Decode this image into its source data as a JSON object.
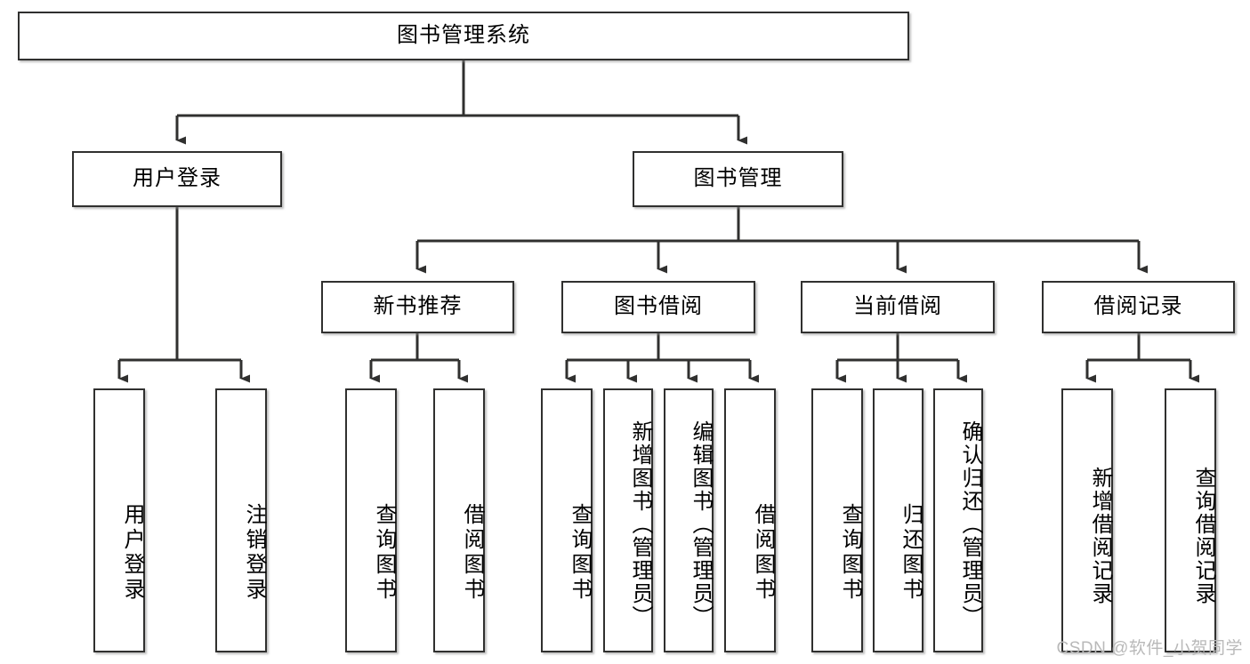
{
  "diagram": {
    "type": "tree-hierarchy-chart",
    "title": "图书管理系统",
    "line_color": "#30302f",
    "box_fill": "#ffffff",
    "levels": {
      "level1": [
        {
          "id": "root",
          "label": "图书管理系统",
          "orientation": "horizontal"
        }
      ],
      "level2": [
        {
          "id": "user-login",
          "label": "用户登录",
          "orientation": "horizontal",
          "parent": "root"
        },
        {
          "id": "book-manage",
          "label": "图书管理",
          "orientation": "horizontal",
          "parent": "root"
        }
      ],
      "level3": [
        {
          "id": "new-book-recommend",
          "label": "新书推荐",
          "orientation": "horizontal",
          "parent": "book-manage"
        },
        {
          "id": "book-borrow",
          "label": "图书借阅",
          "orientation": "horizontal",
          "parent": "book-manage"
        },
        {
          "id": "current-borrow",
          "label": "当前借阅",
          "orientation": "horizontal",
          "parent": "book-manage"
        },
        {
          "id": "borrow-record",
          "label": "借阅记录",
          "orientation": "horizontal",
          "parent": "book-manage"
        }
      ],
      "leaves": [
        {
          "id": "leaf-user-login",
          "label": "用户登录",
          "parent": "user-login"
        },
        {
          "id": "leaf-user-logout",
          "label": "注销登录",
          "parent": "user-login"
        },
        {
          "id": "leaf-query-book-1",
          "label": "查询图书",
          "parent": "new-book-recommend"
        },
        {
          "id": "leaf-borrow-book-1",
          "label": "借阅图书",
          "parent": "new-book-recommend"
        },
        {
          "id": "leaf-query-book-2",
          "label": "查询图书",
          "parent": "book-borrow"
        },
        {
          "id": "leaf-add-book",
          "label": "新增图书（管理员）",
          "parent": "book-borrow"
        },
        {
          "id": "leaf-edit-book",
          "label": "编辑图书（管理员）",
          "parent": "book-borrow"
        },
        {
          "id": "leaf-borrow-book-2",
          "label": "借阅图书",
          "parent": "book-borrow"
        },
        {
          "id": "leaf-query-book-3",
          "label": "查询图书",
          "parent": "current-borrow"
        },
        {
          "id": "leaf-return-book",
          "label": "归还图书",
          "parent": "current-borrow"
        },
        {
          "id": "leaf-confirm-return",
          "label": "确认归还（管理员）",
          "parent": "current-borrow"
        },
        {
          "id": "leaf-add-record",
          "label": "新增借阅记录",
          "parent": "borrow-record"
        },
        {
          "id": "leaf-query-record",
          "label": "查询借阅记录",
          "parent": "borrow-record"
        }
      ]
    }
  },
  "watermark": {
    "text": "CSDN @软件_小贺同学"
  }
}
